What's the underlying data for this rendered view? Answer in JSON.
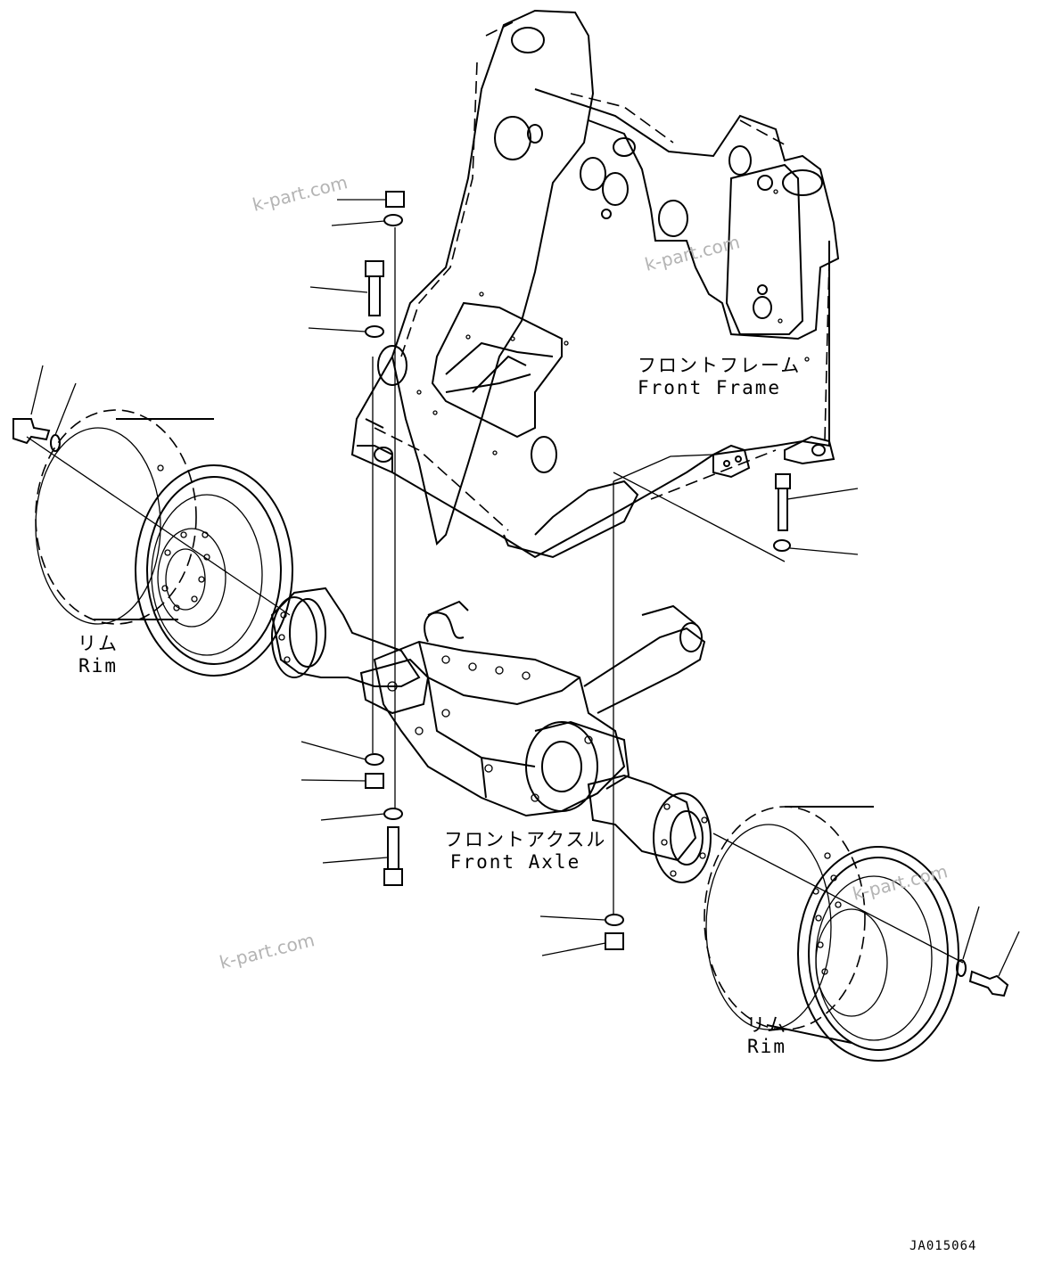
{
  "labels": {
    "front_frame_jp": "フロントフレーム",
    "front_frame_en": "Front Frame",
    "front_axle_jp": "フロントアクスル",
    "front_axle_en": "Front Axle",
    "rim_left_jp": "リム",
    "rim_left_en": "Rim",
    "rim_right_jp": "リム",
    "rim_right_en": "Rim"
  },
  "watermarks": [
    "k-part.com",
    "k-part.com",
    "k-part.com",
    "k-part.com"
  ],
  "drawing_code": "JA015064"
}
